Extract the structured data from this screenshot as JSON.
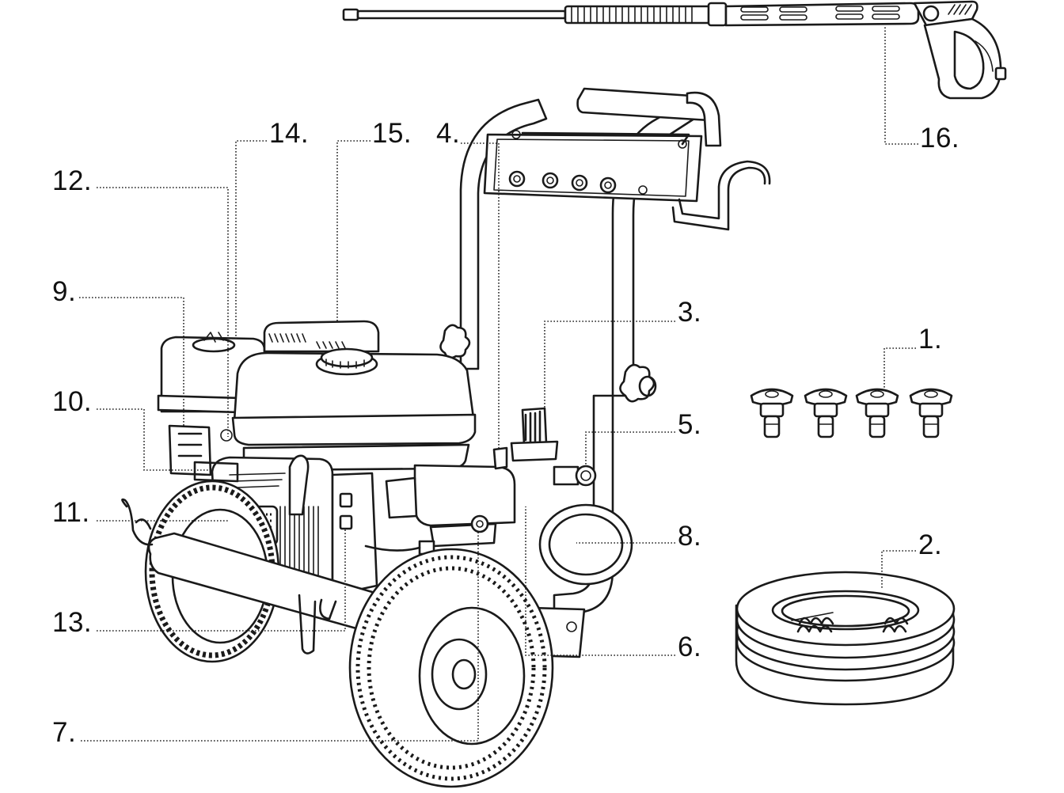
{
  "diagram": {
    "callouts": {
      "c1": "1.",
      "c2": "2.",
      "c3": "3.",
      "c4": "4.",
      "c5": "5.",
      "c6": "6.",
      "c7": "7.",
      "c8": "8.",
      "c9": "9.",
      "c10": "10.",
      "c11": "11.",
      "c12": "12.",
      "c13": "13.",
      "c14": "14.",
      "c15": "15.",
      "c16": "16."
    }
  }
}
